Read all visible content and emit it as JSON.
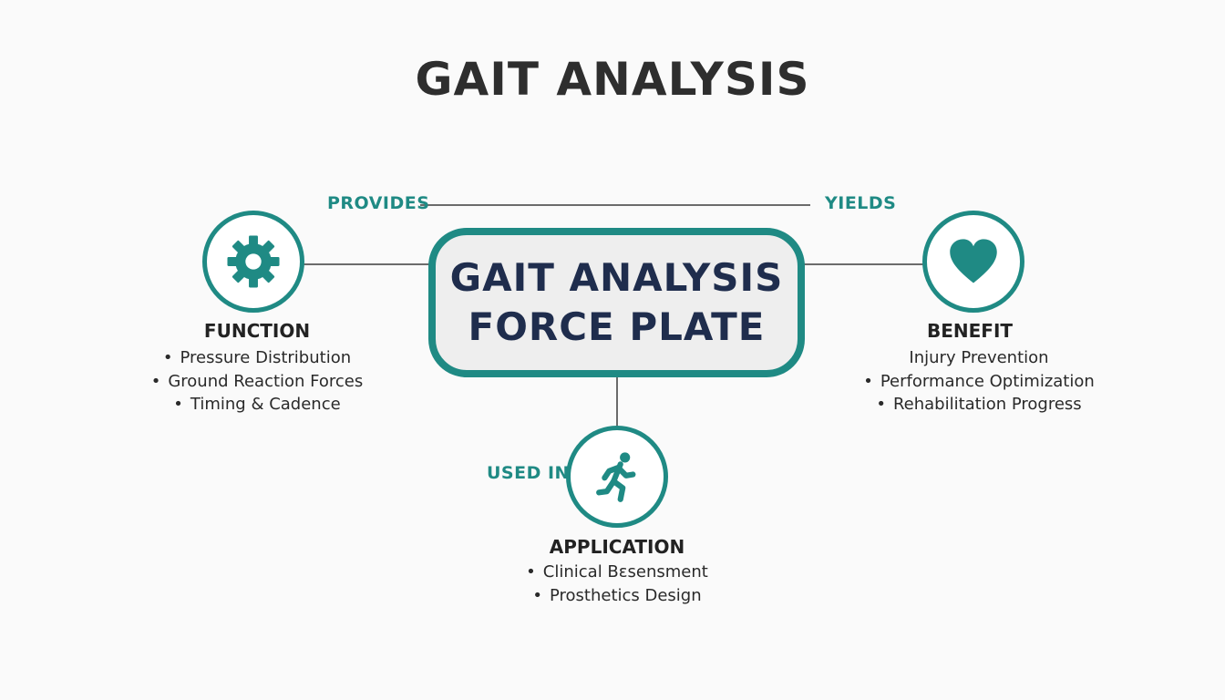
{
  "title": "GAIT ANALYSIS",
  "center": {
    "line1": "GAIT ANALYSIS",
    "line2": "FORCE PLATE"
  },
  "relations": {
    "provides": "PROVIDES",
    "yields": "YIELDS",
    "used_in": "USED IN"
  },
  "function": {
    "icon": "gear-icon",
    "heading": "FUNCTION",
    "items": [
      "Pressure Distribution",
      "Ground Reaction Forces",
      "Timing & Cadence"
    ]
  },
  "benefit": {
    "icon": "heart-icon",
    "heading": "BENEFIT",
    "items": [
      "Injury Prevention",
      "Performance Optimization",
      "Rehabilitation Progress"
    ],
    "bullets": [
      false,
      true,
      true
    ]
  },
  "application": {
    "icon": "running-person-icon",
    "heading": "APPLICATION",
    "items": [
      "Clinical Bεsensment",
      "Prosthetics Design"
    ]
  },
  "colors": {
    "accent": "#1f8a84",
    "center_text": "#1f2d4d",
    "title": "#2e2e2e",
    "connector": "#6b6b6b"
  }
}
